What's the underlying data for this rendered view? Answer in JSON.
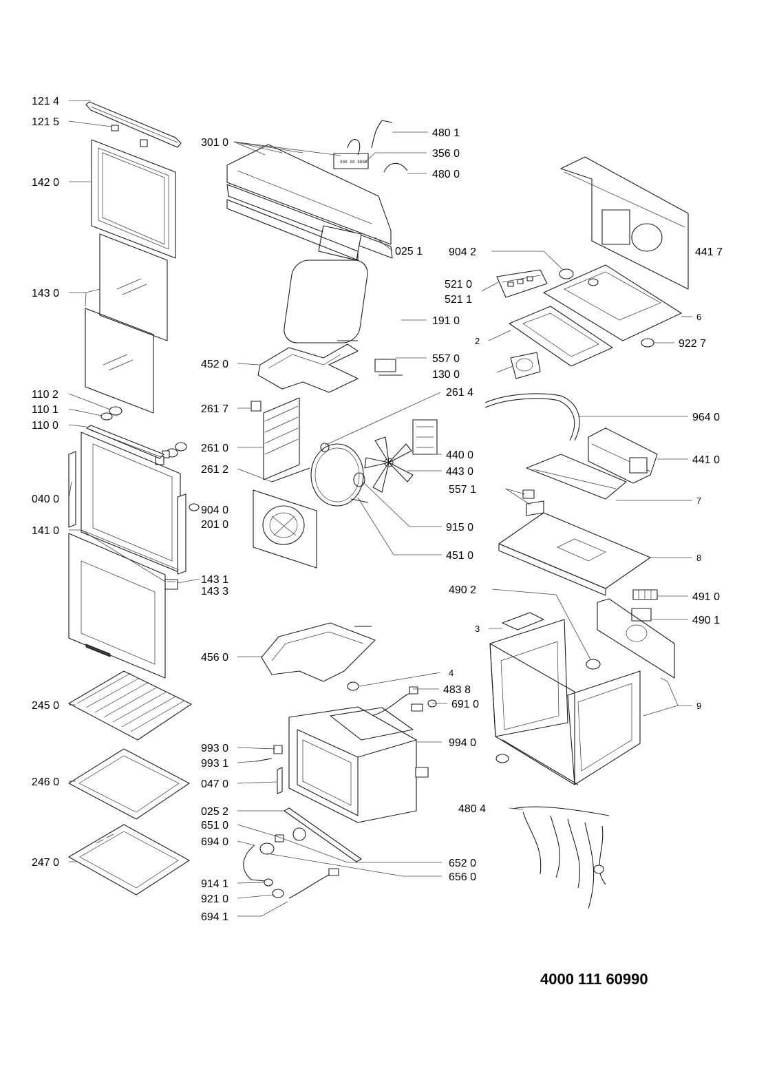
{
  "document_number": "4000 111 60990",
  "callouts": [
    {
      "id": "c1214",
      "label": "121 4"
    },
    {
      "id": "c1215",
      "label": "121 5"
    },
    {
      "id": "c1420",
      "label": "142 0"
    },
    {
      "id": "c1430",
      "label": "143 0"
    },
    {
      "id": "c1102",
      "label": "110 2"
    },
    {
      "id": "c1101",
      "label": "110 1"
    },
    {
      "id": "c1100",
      "label": "110 0"
    },
    {
      "id": "c0400",
      "label": "040 0"
    },
    {
      "id": "c1410",
      "label": "141 0"
    },
    {
      "id": "c2450",
      "label": "245 0"
    },
    {
      "id": "c2460",
      "label": "246 0"
    },
    {
      "id": "c2470",
      "label": "247 0"
    },
    {
      "id": "c3010",
      "label": "301 0"
    },
    {
      "id": "c4801",
      "label": "480 1"
    },
    {
      "id": "c3560",
      "label": "356 0"
    },
    {
      "id": "c4800",
      "label": "480 0"
    },
    {
      "id": "c0251",
      "label": "025 1"
    },
    {
      "id": "c1910",
      "label": "191 0"
    },
    {
      "id": "c4520",
      "label": "452 0"
    },
    {
      "id": "c5570",
      "label": "557 0"
    },
    {
      "id": "c1300",
      "label": "130 0"
    },
    {
      "id": "c2614",
      "label": "261 4"
    },
    {
      "id": "c2617",
      "label": "261 7"
    },
    {
      "id": "c2610",
      "label": "261 0"
    },
    {
      "id": "c2612",
      "label": "261 2"
    },
    {
      "id": "c4400",
      "label": "440 0"
    },
    {
      "id": "c4430",
      "label": "443 0"
    },
    {
      "id": "c9040b",
      "label": "904 0"
    },
    {
      "id": "c2010",
      "label": "201 0"
    },
    {
      "id": "c9150",
      "label": "915 0"
    },
    {
      "id": "c4510",
      "label": "451 0"
    },
    {
      "id": "c1431",
      "label": "143 1"
    },
    {
      "id": "c1433",
      "label": "143 3"
    },
    {
      "id": "c4560",
      "label": "456 0"
    },
    {
      "id": "c4",
      "label": "4"
    },
    {
      "id": "c4838",
      "label": "483 8"
    },
    {
      "id": "c6910",
      "label": "691 0"
    },
    {
      "id": "c9940",
      "label": "994 0"
    },
    {
      "id": "c9930",
      "label": "993 0"
    },
    {
      "id": "c9931",
      "label": "993 1"
    },
    {
      "id": "c0470",
      "label": "047 0"
    },
    {
      "id": "c0252",
      "label": "025 2"
    },
    {
      "id": "c6510",
      "label": "651 0"
    },
    {
      "id": "c6940",
      "label": "694 0"
    },
    {
      "id": "c6520",
      "label": "652 0"
    },
    {
      "id": "c6560",
      "label": "656 0"
    },
    {
      "id": "c9141",
      "label": "914 1"
    },
    {
      "id": "c9210",
      "label": "921 0"
    },
    {
      "id": "c6941",
      "label": "694 1"
    },
    {
      "id": "c9042",
      "label": "904 2"
    },
    {
      "id": "c4417",
      "label": "441 7"
    },
    {
      "id": "c5210",
      "label": "521 0"
    },
    {
      "id": "c5211",
      "label": "521 1"
    },
    {
      "id": "c6",
      "label": "6"
    },
    {
      "id": "c2",
      "label": "2"
    },
    {
      "id": "c9227",
      "label": "922 7"
    },
    {
      "id": "c9640",
      "label": "964 0"
    },
    {
      "id": "c4410",
      "label": "441 0"
    },
    {
      "id": "c5571",
      "label": "557 1"
    },
    {
      "id": "c7",
      "label": "7"
    },
    {
      "id": "c8",
      "label": "8"
    },
    {
      "id": "c4902",
      "label": "490 2"
    },
    {
      "id": "c4910",
      "label": "491 0"
    },
    {
      "id": "c3",
      "label": "3"
    },
    {
      "id": "c4901",
      "label": "490 1"
    },
    {
      "id": "c9",
      "label": "9"
    },
    {
      "id": "c4804",
      "label": "480 4"
    }
  ]
}
